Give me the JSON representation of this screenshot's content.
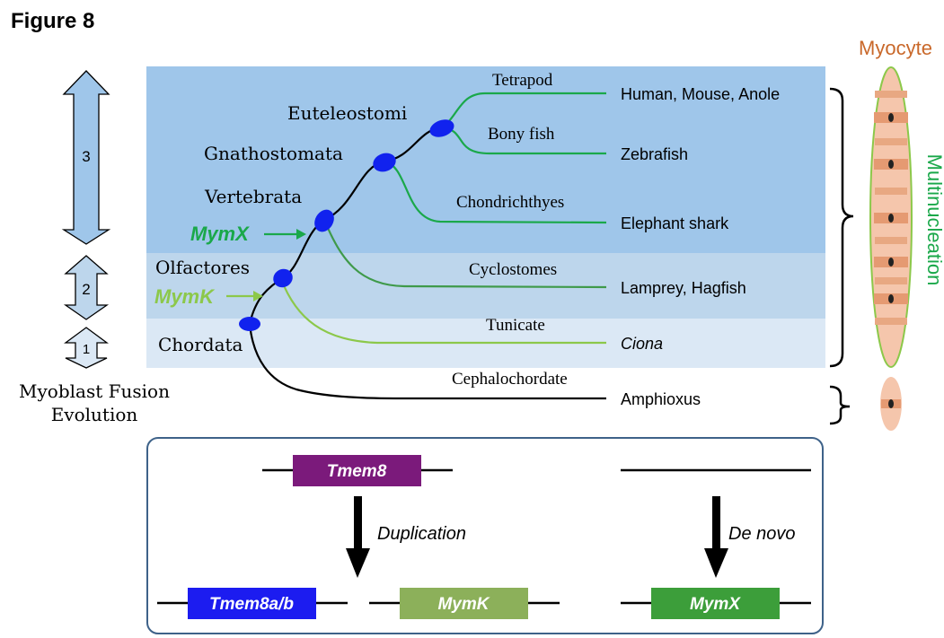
{
  "figure_title": "Figure 8",
  "colors": {
    "band_top": "#9fc6ea",
    "band_mid": "#bdd6ec",
    "band_low": "#dbe8f5",
    "node": "#1122ee",
    "green_dark": "#1aa84a",
    "green_mid": "#3f9a4a",
    "green_light": "#8cc84a",
    "myocyte_title": "#c9682a",
    "multinucleation": "#1aa84a",
    "tmem8_box": "#7b1a7b",
    "tmem8ab_box": "#1c1cf0",
    "mymk_box": "#8cb05a",
    "mymx_box": "#3c9e3a"
  },
  "tree": {
    "clades": [
      "Euteleostomi",
      "Gnathostomata",
      "Vertebrata",
      "Olfactores",
      "Chordata"
    ],
    "lineages": [
      "Tetrapod",
      "Bony fish",
      "Chondrichthyes",
      "Cyclostomes",
      "Tunicate",
      "Cephalochordate"
    ],
    "species": [
      "Human, Mouse, Anole",
      "Zebrafish",
      "Elephant shark",
      "Lamprey, Hagfish",
      "Ciona",
      "Amphioxus"
    ],
    "gene_markers": [
      "MymX",
      "MymK"
    ]
  },
  "evolution": {
    "steps": [
      "3",
      "2",
      "1"
    ],
    "caption_line1": "Myoblast Fusion",
    "caption_line2": "Evolution"
  },
  "myocyte": {
    "title": "Myocyte",
    "side_label": "Multinucleation"
  },
  "gene_panel": {
    "source_left": "Tmem8",
    "arrow_left_label": "Duplication",
    "arrow_right_label": "De novo",
    "products": [
      "Tmem8a/b",
      "MymK",
      "MymX"
    ]
  }
}
